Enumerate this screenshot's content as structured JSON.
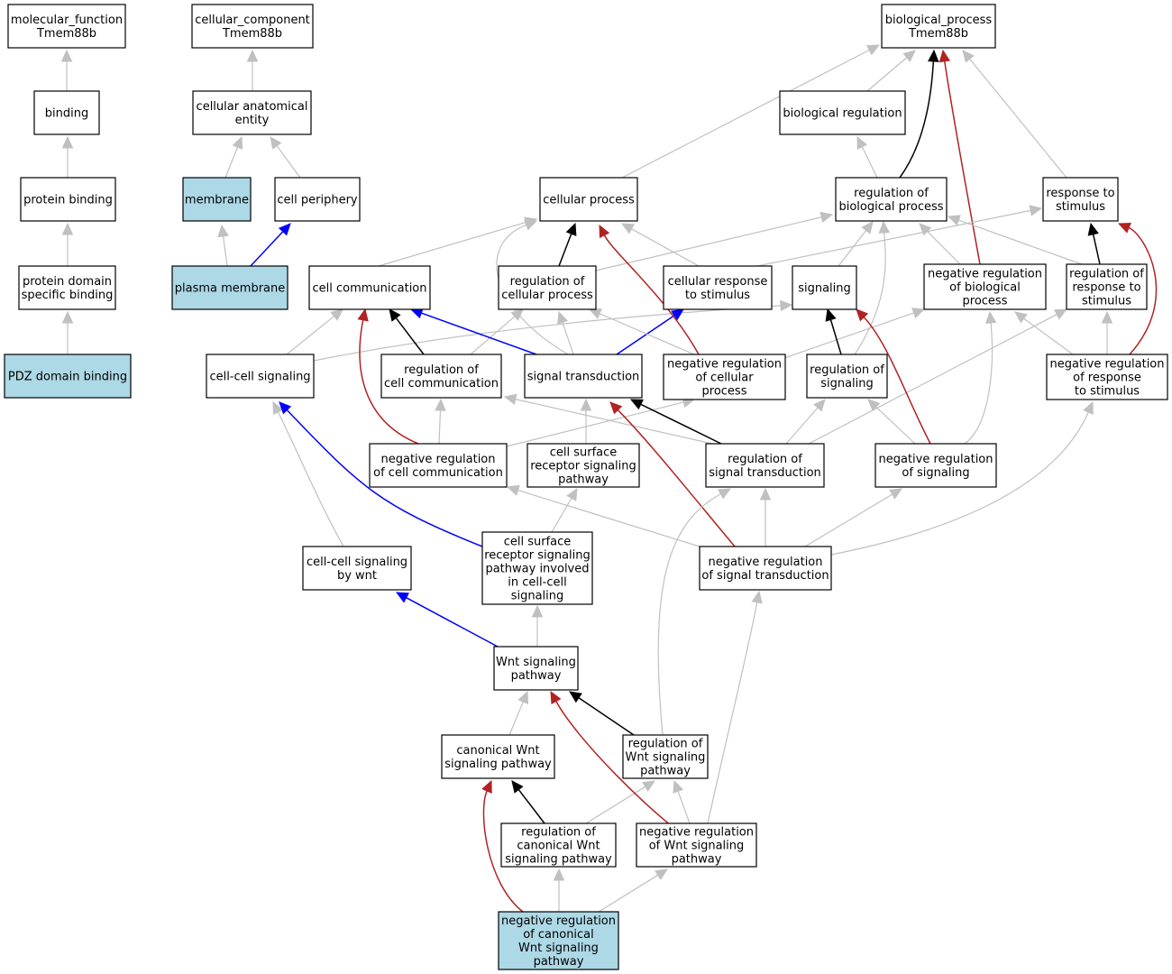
{
  "colors": {
    "is_a": "#c0c0c0",
    "regulates": "#000000",
    "negatively_regulates": "#b22222",
    "part_of": "#0000ff",
    "node_fill": "#ffffff",
    "highlight_fill": "#add8e6"
  },
  "nodes": [
    {
      "id": "mf_root",
      "lines": [
        "molecular_function",
        "Tmem88b"
      ],
      "highlight": false
    },
    {
      "id": "cc_root",
      "lines": [
        "cellular_component",
        "Tmem88b"
      ],
      "highlight": false
    },
    {
      "id": "bp_root",
      "lines": [
        "biological_process",
        "Tmem88b"
      ],
      "highlight": false
    },
    {
      "id": "binding",
      "lines": [
        "binding"
      ],
      "highlight": false
    },
    {
      "id": "cae",
      "lines": [
        "cellular anatomical",
        "entity"
      ],
      "highlight": false
    },
    {
      "id": "bioreg",
      "lines": [
        "biological regulation"
      ],
      "highlight": false
    },
    {
      "id": "protbind",
      "lines": [
        "protein binding"
      ],
      "highlight": false
    },
    {
      "id": "membrane",
      "lines": [
        "membrane"
      ],
      "highlight": true
    },
    {
      "id": "cellperiph",
      "lines": [
        "cell periphery"
      ],
      "highlight": false
    },
    {
      "id": "cellproc",
      "lines": [
        "cellular process"
      ],
      "highlight": false
    },
    {
      "id": "regbio",
      "lines": [
        "regulation of",
        "biological process"
      ],
      "highlight": false
    },
    {
      "id": "resp",
      "lines": [
        "response to",
        "stimulus"
      ],
      "highlight": false
    },
    {
      "id": "pdsb",
      "lines": [
        "protein domain",
        "specific binding"
      ],
      "highlight": false
    },
    {
      "id": "plasma",
      "lines": [
        "plasma membrane"
      ],
      "highlight": true
    },
    {
      "id": "cellcomm",
      "lines": [
        "cell communication"
      ],
      "highlight": false
    },
    {
      "id": "regcell",
      "lines": [
        "regulation of",
        "cellular process"
      ],
      "highlight": false
    },
    {
      "id": "cellresp",
      "lines": [
        "cellular response",
        "to stimulus"
      ],
      "highlight": false
    },
    {
      "id": "signaling",
      "lines": [
        "signaling"
      ],
      "highlight": false
    },
    {
      "id": "negregbio",
      "lines": [
        "negative regulation",
        "of biological",
        "process"
      ],
      "highlight": false
    },
    {
      "id": "regresp",
      "lines": [
        "regulation of",
        "response to",
        "stimulus"
      ],
      "highlight": false
    },
    {
      "id": "pdz",
      "lines": [
        "PDZ domain binding"
      ],
      "highlight": true
    },
    {
      "id": "ccsig",
      "lines": [
        "cell-cell signaling"
      ],
      "highlight": false
    },
    {
      "id": "regcomm",
      "lines": [
        "regulation of",
        "cell communication"
      ],
      "highlight": false
    },
    {
      "id": "sigtrans",
      "lines": [
        "signal transduction"
      ],
      "highlight": false
    },
    {
      "id": "negregcell",
      "lines": [
        "negative regulation",
        "of cellular",
        "process"
      ],
      "highlight": false
    },
    {
      "id": "regsig",
      "lines": [
        "regulation of",
        "signaling"
      ],
      "highlight": false
    },
    {
      "id": "negregresp",
      "lines": [
        "negative regulation",
        "of response",
        "to stimulus"
      ],
      "highlight": false
    },
    {
      "id": "negregcomm",
      "lines": [
        "negative regulation",
        "of cell communication"
      ],
      "highlight": false
    },
    {
      "id": "csrsp",
      "lines": [
        "cell surface",
        "receptor signaling",
        "pathway"
      ],
      "highlight": false
    },
    {
      "id": "regst",
      "lines": [
        "regulation of",
        "signal transduction"
      ],
      "highlight": false
    },
    {
      "id": "negregsig",
      "lines": [
        "negative regulation",
        "of signaling"
      ],
      "highlight": false
    },
    {
      "id": "ccwnt",
      "lines": [
        "cell-cell signaling",
        "by wnt"
      ],
      "highlight": false
    },
    {
      "id": "csrsp_cc",
      "lines": [
        "cell surface",
        "receptor signaling",
        "pathway involved",
        "in cell-cell",
        "signaling"
      ],
      "highlight": false
    },
    {
      "id": "negregst",
      "lines": [
        "negative regulation",
        "of signal transduction"
      ],
      "highlight": false
    },
    {
      "id": "wnt",
      "lines": [
        "Wnt signaling",
        "pathway"
      ],
      "highlight": false
    },
    {
      "id": "canwnt",
      "lines": [
        "canonical Wnt",
        "signaling pathway"
      ],
      "highlight": false
    },
    {
      "id": "regwnt",
      "lines": [
        "regulation of",
        "Wnt signaling",
        "pathway"
      ],
      "highlight": false
    },
    {
      "id": "regcanwnt",
      "lines": [
        "regulation of",
        "canonical Wnt",
        "signaling pathway"
      ],
      "highlight": false
    },
    {
      "id": "negregwnt",
      "lines": [
        "negative regulation",
        "of Wnt signaling",
        "pathway"
      ],
      "highlight": false
    },
    {
      "id": "negregcanwnt",
      "lines": [
        "negative regulation",
        "of canonical",
        "Wnt signaling",
        "pathway"
      ],
      "highlight": true
    }
  ],
  "edges": [
    {
      "from": "binding",
      "to": "mf_root",
      "type": "is_a"
    },
    {
      "from": "protbind",
      "to": "binding",
      "type": "is_a"
    },
    {
      "from": "pdsb",
      "to": "protbind",
      "type": "is_a"
    },
    {
      "from": "pdz",
      "to": "pdsb",
      "type": "is_a"
    },
    {
      "from": "cae",
      "to": "cc_root",
      "type": "is_a"
    },
    {
      "from": "membrane",
      "to": "cae",
      "type": "is_a"
    },
    {
      "from": "cellperiph",
      "to": "cae",
      "type": "is_a"
    },
    {
      "from": "plasma",
      "to": "membrane",
      "type": "is_a"
    },
    {
      "from": "plasma",
      "to": "cellperiph",
      "type": "part_of"
    },
    {
      "from": "bioreg",
      "to": "bp_root",
      "type": "is_a"
    },
    {
      "from": "cellproc",
      "to": "bp_root",
      "type": "is_a"
    },
    {
      "from": "regbio",
      "to": "bp_root",
      "type": "regulates"
    },
    {
      "from": "resp",
      "to": "bp_root",
      "type": "is_a"
    },
    {
      "from": "negregbio",
      "to": "bp_root",
      "type": "negatively_regulates"
    },
    {
      "from": "regbio",
      "to": "bioreg",
      "type": "is_a"
    },
    {
      "from": "regcell",
      "to": "cellproc",
      "type": "regulates"
    },
    {
      "from": "regcell",
      "to": "regbio",
      "type": "is_a"
    },
    {
      "from": "cellresp",
      "to": "cellproc",
      "type": "is_a"
    },
    {
      "from": "cellresp",
      "to": "resp",
      "type": "is_a"
    },
    {
      "from": "cellcomm",
      "to": "cellproc",
      "type": "is_a"
    },
    {
      "from": "signaling",
      "to": "regbio",
      "type": "is_a"
    },
    {
      "from": "negregbio",
      "to": "regbio",
      "type": "is_a"
    },
    {
      "from": "regresp",
      "to": "regbio",
      "type": "is_a"
    },
    {
      "from": "regresp",
      "to": "resp",
      "type": "regulates"
    },
    {
      "from": "negregresp",
      "to": "resp",
      "type": "negatively_regulates"
    },
    {
      "from": "negregresp",
      "to": "regresp",
      "type": "is_a"
    },
    {
      "from": "negregresp",
      "to": "negregbio",
      "type": "is_a"
    },
    {
      "from": "ccsig",
      "to": "cellcomm",
      "type": "is_a"
    },
    {
      "from": "ccsig",
      "to": "signaling",
      "type": "is_a"
    },
    {
      "from": "regcomm",
      "to": "cellcomm",
      "type": "regulates"
    },
    {
      "from": "regcomm",
      "to": "regcell",
      "type": "is_a"
    },
    {
      "from": "sigtrans",
      "to": "cellcomm",
      "type": "part_of"
    },
    {
      "from": "sigtrans",
      "to": "cellproc",
      "type": "is_a"
    },
    {
      "from": "sigtrans",
      "to": "regcell",
      "type": "is_a"
    },
    {
      "from": "sigtrans",
      "to": "cellresp",
      "type": "part_of"
    },
    {
      "from": "negregcell",
      "to": "cellproc",
      "type": "negatively_regulates"
    },
    {
      "from": "negregcell",
      "to": "regcell",
      "type": "is_a"
    },
    {
      "from": "negregcell",
      "to": "negregbio",
      "type": "is_a"
    },
    {
      "from": "regsig",
      "to": "signaling",
      "type": "regulates"
    },
    {
      "from": "regsig",
      "to": "regbio",
      "type": "is_a"
    },
    {
      "from": "negregcomm",
      "to": "cellcomm",
      "type": "negatively_regulates"
    },
    {
      "from": "negregcomm",
      "to": "regcomm",
      "type": "is_a"
    },
    {
      "from": "negregcomm",
      "to": "negregcell",
      "type": "is_a"
    },
    {
      "from": "csrsp",
      "to": "sigtrans",
      "type": "is_a"
    },
    {
      "from": "regst",
      "to": "sigtrans",
      "type": "regulates"
    },
    {
      "from": "regst",
      "to": "regcomm",
      "type": "is_a"
    },
    {
      "from": "regst",
      "to": "regsig",
      "type": "is_a"
    },
    {
      "from": "regst",
      "to": "regresp",
      "type": "is_a"
    },
    {
      "from": "negregsig",
      "to": "signaling",
      "type": "negatively_regulates"
    },
    {
      "from": "negregsig",
      "to": "regsig",
      "type": "is_a"
    },
    {
      "from": "negregsig",
      "to": "negregbio",
      "type": "is_a"
    },
    {
      "from": "ccwnt",
      "to": "ccsig",
      "type": "is_a"
    },
    {
      "from": "csrsp_cc",
      "to": "csrsp",
      "type": "is_a"
    },
    {
      "from": "csrsp_cc",
      "to": "ccsig",
      "type": "part_of"
    },
    {
      "from": "negregst",
      "to": "sigtrans",
      "type": "negatively_regulates"
    },
    {
      "from": "negregst",
      "to": "regst",
      "type": "is_a"
    },
    {
      "from": "negregst",
      "to": "negregcomm",
      "type": "is_a"
    },
    {
      "from": "negregst",
      "to": "negregsig",
      "type": "is_a"
    },
    {
      "from": "negregst",
      "to": "negregresp",
      "type": "is_a"
    },
    {
      "from": "wnt",
      "to": "csrsp_cc",
      "type": "is_a"
    },
    {
      "from": "wnt",
      "to": "ccwnt",
      "type": "part_of"
    },
    {
      "from": "canwnt",
      "to": "wnt",
      "type": "is_a"
    },
    {
      "from": "regwnt",
      "to": "wnt",
      "type": "regulates"
    },
    {
      "from": "regwnt",
      "to": "regst",
      "type": "is_a"
    },
    {
      "from": "regcanwnt",
      "to": "canwnt",
      "type": "regulates"
    },
    {
      "from": "regcanwnt",
      "to": "regwnt",
      "type": "is_a"
    },
    {
      "from": "negregwnt",
      "to": "wnt",
      "type": "negatively_regulates"
    },
    {
      "from": "negregwnt",
      "to": "regwnt",
      "type": "is_a"
    },
    {
      "from": "negregwnt",
      "to": "negregst",
      "type": "is_a"
    },
    {
      "from": "negregcanwnt",
      "to": "canwnt",
      "type": "negatively_regulates"
    },
    {
      "from": "negregcanwnt",
      "to": "regcanwnt",
      "type": "is_a"
    },
    {
      "from": "negregcanwnt",
      "to": "negregwnt",
      "type": "is_a"
    }
  ]
}
